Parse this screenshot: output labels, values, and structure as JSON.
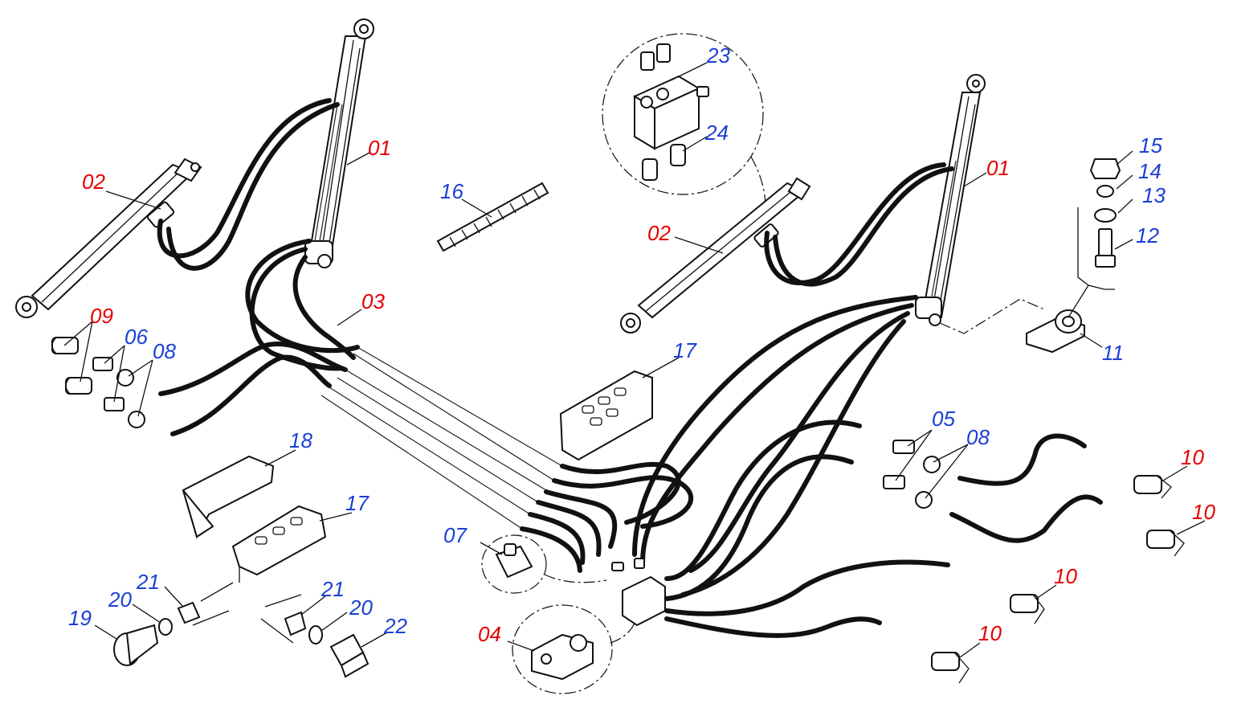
{
  "callouts": [
    {
      "id": "c01a",
      "text": "01",
      "color": "#e60000"
    },
    {
      "id": "c01b",
      "text": "01",
      "color": "#e60000"
    },
    {
      "id": "c02a",
      "text": "02",
      "color": "#e60000"
    },
    {
      "id": "c02b",
      "text": "02",
      "color": "#e60000"
    },
    {
      "id": "c03",
      "text": "03",
      "color": "#e60000"
    },
    {
      "id": "c04",
      "text": "04",
      "color": "#e60000"
    },
    {
      "id": "c05",
      "text": "05",
      "color": "#1a3fd6"
    },
    {
      "id": "c06",
      "text": "06",
      "color": "#1a3fd6"
    },
    {
      "id": "c07",
      "text": "07",
      "color": "#1a3fd6"
    },
    {
      "id": "c08a",
      "text": "08",
      "color": "#1a3fd6"
    },
    {
      "id": "c08b",
      "text": "08",
      "color": "#1a3fd6"
    },
    {
      "id": "c09",
      "text": "09",
      "color": "#e60000"
    },
    {
      "id": "c10a",
      "text": "10",
      "color": "#e60000"
    },
    {
      "id": "c10b",
      "text": "10",
      "color": "#e60000"
    },
    {
      "id": "c10c",
      "text": "10",
      "color": "#e60000"
    },
    {
      "id": "c10d",
      "text": "10",
      "color": "#e60000"
    },
    {
      "id": "c11",
      "text": "11",
      "color": "#1a3fd6"
    },
    {
      "id": "c12",
      "text": "12",
      "color": "#1a3fd6"
    },
    {
      "id": "c13",
      "text": "13",
      "color": "#1a3fd6"
    },
    {
      "id": "c14",
      "text": "14",
      "color": "#1a3fd6"
    },
    {
      "id": "c15",
      "text": "15",
      "color": "#1a3fd6"
    },
    {
      "id": "c16",
      "text": "16",
      "color": "#1a3fd6"
    },
    {
      "id": "c17a",
      "text": "17",
      "color": "#1a3fd6"
    },
    {
      "id": "c17b",
      "text": "17",
      "color": "#1a3fd6"
    },
    {
      "id": "c18",
      "text": "18",
      "color": "#1a3fd6"
    },
    {
      "id": "c19",
      "text": "19",
      "color": "#1a3fd6"
    },
    {
      "id": "c20a",
      "text": "20",
      "color": "#1a3fd6"
    },
    {
      "id": "c20b",
      "text": "20",
      "color": "#1a3fd6"
    },
    {
      "id": "c21a",
      "text": "21",
      "color": "#1a3fd6"
    },
    {
      "id": "c21b",
      "text": "21",
      "color": "#1a3fd6"
    },
    {
      "id": "c22",
      "text": "22",
      "color": "#1a3fd6"
    },
    {
      "id": "c23",
      "text": "23",
      "color": "#1a3fd6"
    },
    {
      "id": "c24",
      "text": "24",
      "color": "#1a3fd6"
    }
  ]
}
